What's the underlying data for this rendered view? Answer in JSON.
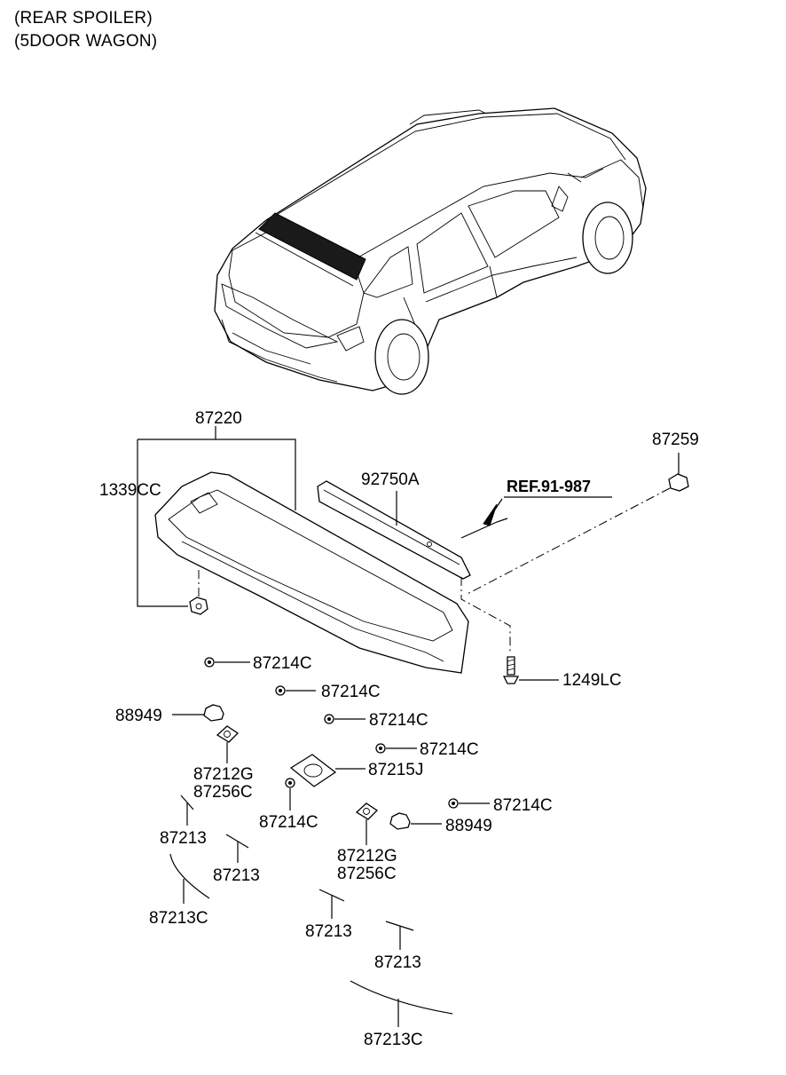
{
  "header": {
    "line1": "(REAR SPOILER)",
    "line2": "(5DOOR WAGON)"
  },
  "labels": {
    "spoiler_assy": "87220",
    "nut": "1339CC",
    "stop_lamp": "92750A",
    "ref": "REF.91-987",
    "cap": "87259",
    "screw": "1249LC",
    "clip_a": "87214C",
    "clip_b": "87214C",
    "clip_c": "87214C",
    "clip_d": "87214C",
    "clip_e": "87214C",
    "clip_f": "87214C",
    "bumper_l": "88949",
    "bumper_r": "88949",
    "pad_l_top": "87212G",
    "pad_l_bot": "87256C",
    "pad_c_top": "87212G",
    "pad_c_bot": "87256C",
    "gasket": "87215J",
    "tape_a": "87213",
    "tape_b": "87213",
    "tape_c": "87213",
    "tape_d": "87213",
    "tape_long_l": "87213C",
    "tape_long_r": "87213C"
  }
}
